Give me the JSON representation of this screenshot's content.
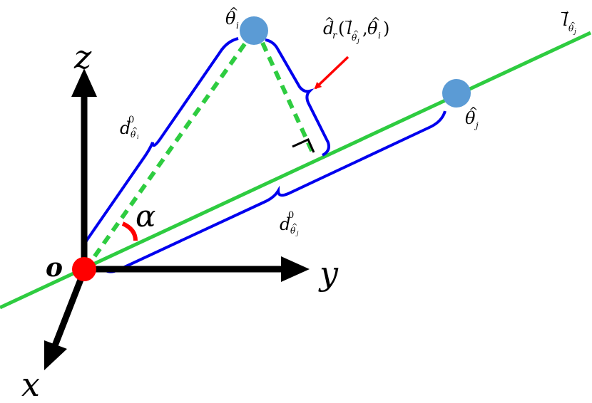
{
  "axes": {
    "x": "x",
    "y": "y",
    "z": "z",
    "origin": "o"
  },
  "angle": {
    "symbol": "α"
  },
  "points": {
    "theta_i": {
      "hat": "^",
      "base": "θ",
      "sub": "i"
    },
    "theta_j": {
      "hat": "^",
      "base": "θ",
      "sub": "j"
    }
  },
  "line_label": {
    "arrow": "→",
    "base": "l",
    "sub": "θ",
    "subhat": "^",
    "subsub": "j"
  },
  "distances": {
    "d_r": {
      "hat": "^",
      "base": "d",
      "sub": "r",
      "open": "(",
      "arg1_arrow": "→",
      "arg1": "l",
      "arg1_sub": "θ",
      "arg1_subhat": "^",
      "arg1_subsub": "j",
      "comma": ",",
      "arg2_hat": "^",
      "arg2": "θ",
      "arg2_sub": "i",
      "close": ")"
    },
    "d0_i": {
      "base": "d",
      "sup": "0",
      "sub": "θ",
      "subhat": "^",
      "subsub": "i"
    },
    "d0_j": {
      "base": "d",
      "sup": "0",
      "sub": "θ",
      "subhat": "^",
      "subsub": "j"
    }
  },
  "colors": {
    "axis": "#000000",
    "line": "#2ecc40",
    "brace": "#0000ee",
    "point": "#5b9bd5",
    "origin": "#ff0000",
    "angle_arc": "#ff0000",
    "pointer": "#ff0000"
  }
}
